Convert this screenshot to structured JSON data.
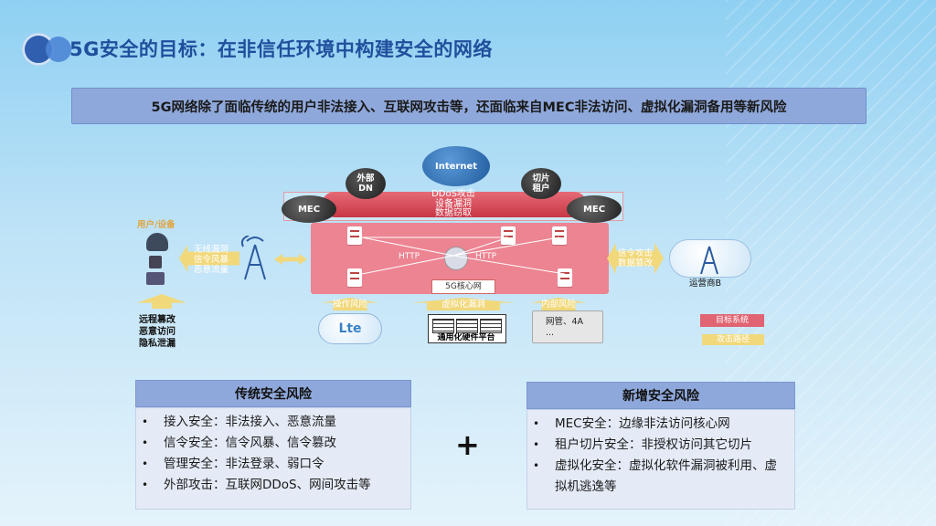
{
  "page": {
    "title": "5G安全的目标：在非信任环境中构建安全的网络",
    "banner": "5G网络除了面临传统的用户非法接入、互联网攻击等，还面临来自MEC非法访问、虚拟化漏洞备用等新风险"
  },
  "diagram": {
    "internet": "Internet",
    "external_dn": "外部\nDN",
    "slice_tenant": "切片\n租户",
    "mec_left": "MEC",
    "mec_right": "MEC",
    "red_band": "DDoS攻击\n设备漏洞\n数据窃取",
    "user_device": "用户/设备",
    "air_risk": "无线漏洞\n信令风暴\n恶意流量",
    "http_left": "HTTP",
    "http_right": "HTTP",
    "core_network": "5G核心网",
    "signaling_risk": "信令攻击\n数据篡改",
    "operator_b": "运营商B",
    "remote": "远程篡改\n恶意访问\n隐私泄漏",
    "ops_risk": "操作风险",
    "virt_risk": "虚拟化漏洞",
    "internal_risk": "内部风险",
    "lte": "Lte",
    "hardware": "通用化硬件平台",
    "ops_box": "网管、4A\n...",
    "legend_target": "目标系统",
    "legend_path": "攻击路径"
  },
  "traditional": {
    "heading": "传统安全风险",
    "items": [
      "接入安全：非法接入、恶意流量",
      "信令安全：信令风暴、信令篡改",
      "管理安全：非法登录、弱口令",
      "外部攻击：互联网DDoS、网间攻击等"
    ]
  },
  "plus": "+",
  "new_risks": {
    "heading": "新增安全风险",
    "items": [
      "MEC安全：边缘非法访问核心网",
      "租户切片安全：非授权访问其它切片",
      "虚拟化安全：虚拟化软件漏洞被利用、虚拟机逃逸等"
    ]
  },
  "colors": {
    "title": "#1f4f9c",
    "banner": "#8fa8db",
    "core_red": "#ec8492",
    "attack_yellow": "#f1d87a"
  }
}
